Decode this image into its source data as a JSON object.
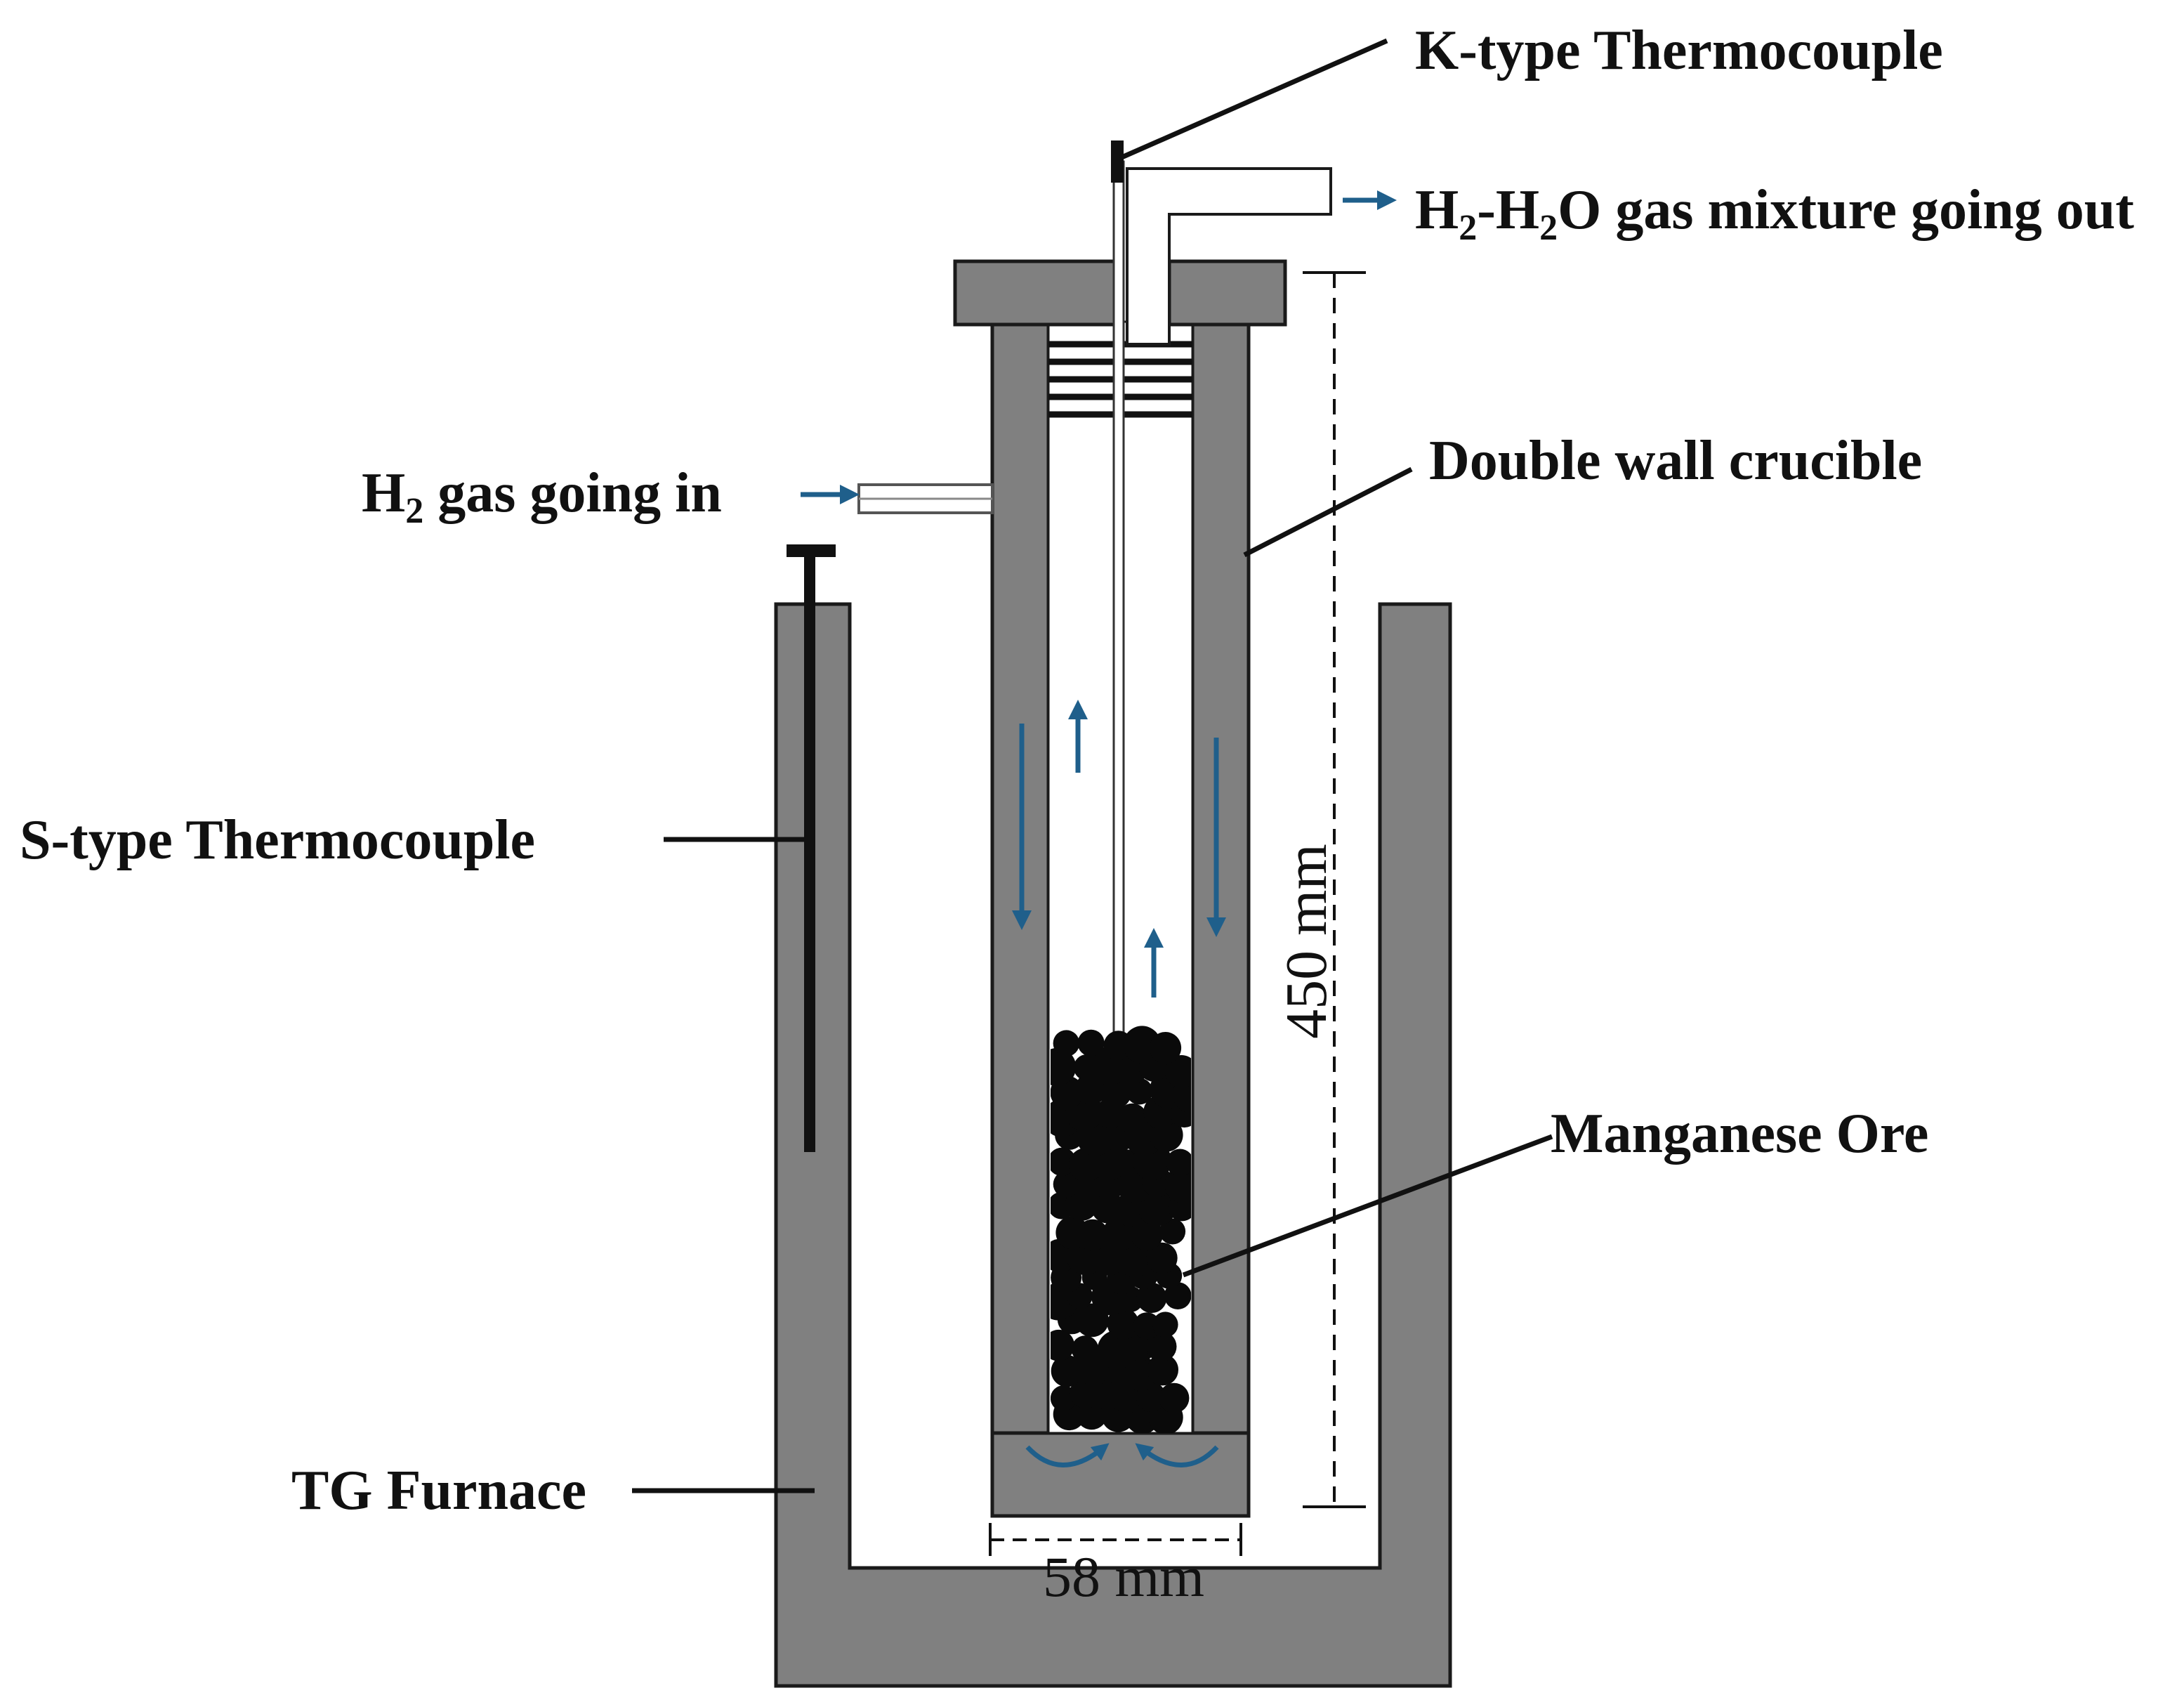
{
  "labels": {
    "k_thermocouple": "K-type Thermocouple",
    "gas_out": "H2-H2O gas mixture going out",
    "gas_out_parts": [
      "H",
      "2",
      "-H",
      "2",
      "O gas mixture going out"
    ],
    "double_wall": "Double wall crucible",
    "gas_in": "H2 gas going in",
    "gas_in_parts": [
      "H",
      "2",
      " gas going in"
    ],
    "s_thermocouple": "S-type Thermocouple",
    "manganese": "Manganese Ore",
    "furnace": "TG Furnace",
    "height_dim": "450 mm",
    "width_dim": "58 mm"
  },
  "colors": {
    "wall_gray": "#808080",
    "outline": "#1a1a1a",
    "flow_arrow": "#1f5f8b",
    "ore": "#0a0a0a"
  }
}
